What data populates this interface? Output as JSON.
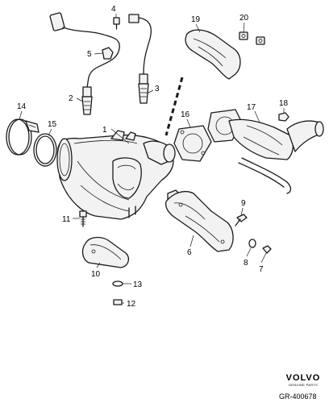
{
  "callouts": {
    "c1": "1",
    "c2": "2",
    "c3": "3",
    "c4": "4",
    "c5": "5",
    "c6": "6",
    "c7": "7",
    "c8": "8",
    "c9": "9",
    "c10": "10",
    "c11": "11",
    "c12": "12",
    "c13": "13",
    "c14": "14",
    "c15": "15",
    "c16": "16",
    "c17": "17",
    "c18": "18",
    "c19": "19",
    "c20": "20"
  },
  "brand": {
    "name": "VOLVO",
    "tagline": "GENUINE PARTS"
  },
  "reference": "GR-400678"
}
